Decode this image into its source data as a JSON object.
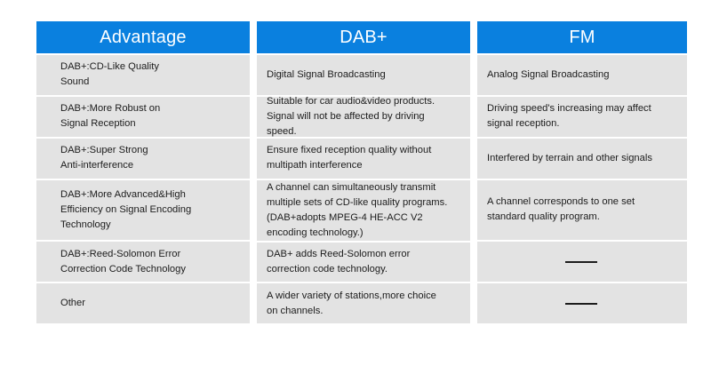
{
  "table": {
    "columns": [
      {
        "key": "advantage",
        "header": "Advantage",
        "cells": [
          {
            "lines": [
              "DAB+:CD-Like Quality",
              "Sound"
            ]
          },
          {
            "lines": [
              "DAB+:More Robust on",
              "Signal Reception"
            ]
          },
          {
            "lines": [
              "DAB+:Super Strong",
              "Anti-interference"
            ]
          },
          {
            "lines": [
              "DAB+:More Advanced&High",
              "Efficiency on Signal Encoding",
              "Technology"
            ]
          },
          {
            "lines": [
              "DAB+:Reed-Solomon Error",
              "Correction Code Technology"
            ]
          },
          {
            "lines": [
              "Other"
            ]
          }
        ]
      },
      {
        "key": "dab-plus",
        "header": "DAB+",
        "cells": [
          {
            "lines": [
              "Digital Signal Broadcasting"
            ]
          },
          {
            "lines": [
              "Suitable for car audio&video products.",
              "Signal will not be affected by driving",
              "speed."
            ]
          },
          {
            "lines": [
              "Ensure fixed reception quality without",
              "multipath interference"
            ]
          },
          {
            "lines": [
              "A channel can simultaneously transmit",
              "multiple sets of CD-like quality programs.",
              "(DAB+adopts MPEG-4 HE-ACC V2",
              "encoding technology.)"
            ]
          },
          {
            "lines": [
              "DAB+ adds Reed-Solomon error",
              "correction code technology."
            ]
          },
          {
            "lines": [
              "A wider variety of stations,more choice",
              "on channels."
            ]
          }
        ]
      },
      {
        "key": "fm",
        "header": "FM",
        "cells": [
          {
            "lines": [
              "Analog Signal Broadcasting"
            ]
          },
          {
            "lines": [
              "Driving speed's increasing may affect",
              "signal reception."
            ]
          },
          {
            "lines": [
              "Interfered by terrain and other signals"
            ]
          },
          {
            "lines": [
              "A channel corresponds to one set",
              "standard quality program."
            ]
          },
          {
            "dash": true
          },
          {
            "dash": true
          }
        ]
      }
    ]
  },
  "colors": {
    "header_blue": "#0a80df",
    "cell_gray": "#e3e3e3",
    "text": "#1c1c1c",
    "page_background": "#ffffff"
  }
}
